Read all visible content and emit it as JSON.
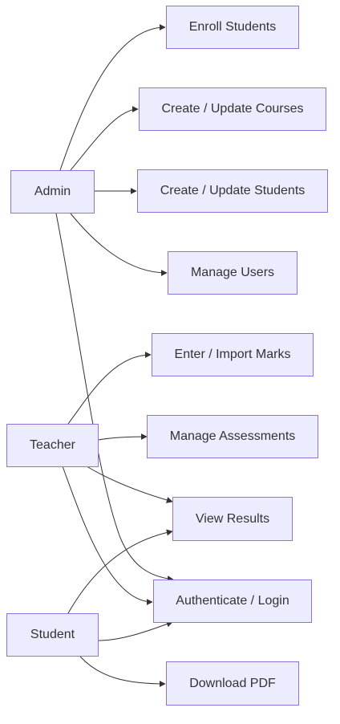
{
  "diagram": {
    "actors": {
      "admin": "Admin",
      "teacher": "Teacher",
      "student": "Student"
    },
    "use_cases": {
      "enroll_students": "Enroll Students",
      "create_update_courses": "Create / Update Courses",
      "create_update_students": "Create / Update Students",
      "manage_users": "Manage Users",
      "enter_import_marks": "Enter / Import Marks",
      "manage_assessments": "Manage Assessments",
      "view_results": "View Results",
      "authenticate_login": "Authenticate / Login",
      "download_pdf": "Download PDF"
    },
    "edges": [
      {
        "from": "admin",
        "to": "enroll_students"
      },
      {
        "from": "admin",
        "to": "create_update_courses"
      },
      {
        "from": "admin",
        "to": "create_update_students"
      },
      {
        "from": "admin",
        "to": "manage_users"
      },
      {
        "from": "admin",
        "to": "authenticate_login"
      },
      {
        "from": "teacher",
        "to": "enter_import_marks"
      },
      {
        "from": "teacher",
        "to": "manage_assessments"
      },
      {
        "from": "teacher",
        "to": "view_results"
      },
      {
        "from": "teacher",
        "to": "authenticate_login"
      },
      {
        "from": "student",
        "to": "view_results"
      },
      {
        "from": "student",
        "to": "authenticate_login"
      },
      {
        "from": "student",
        "to": "download_pdf"
      }
    ],
    "colors": {
      "node_fill": "#ececff",
      "node_border": "#9370db",
      "edge": "#333333",
      "text": "#333333"
    }
  }
}
